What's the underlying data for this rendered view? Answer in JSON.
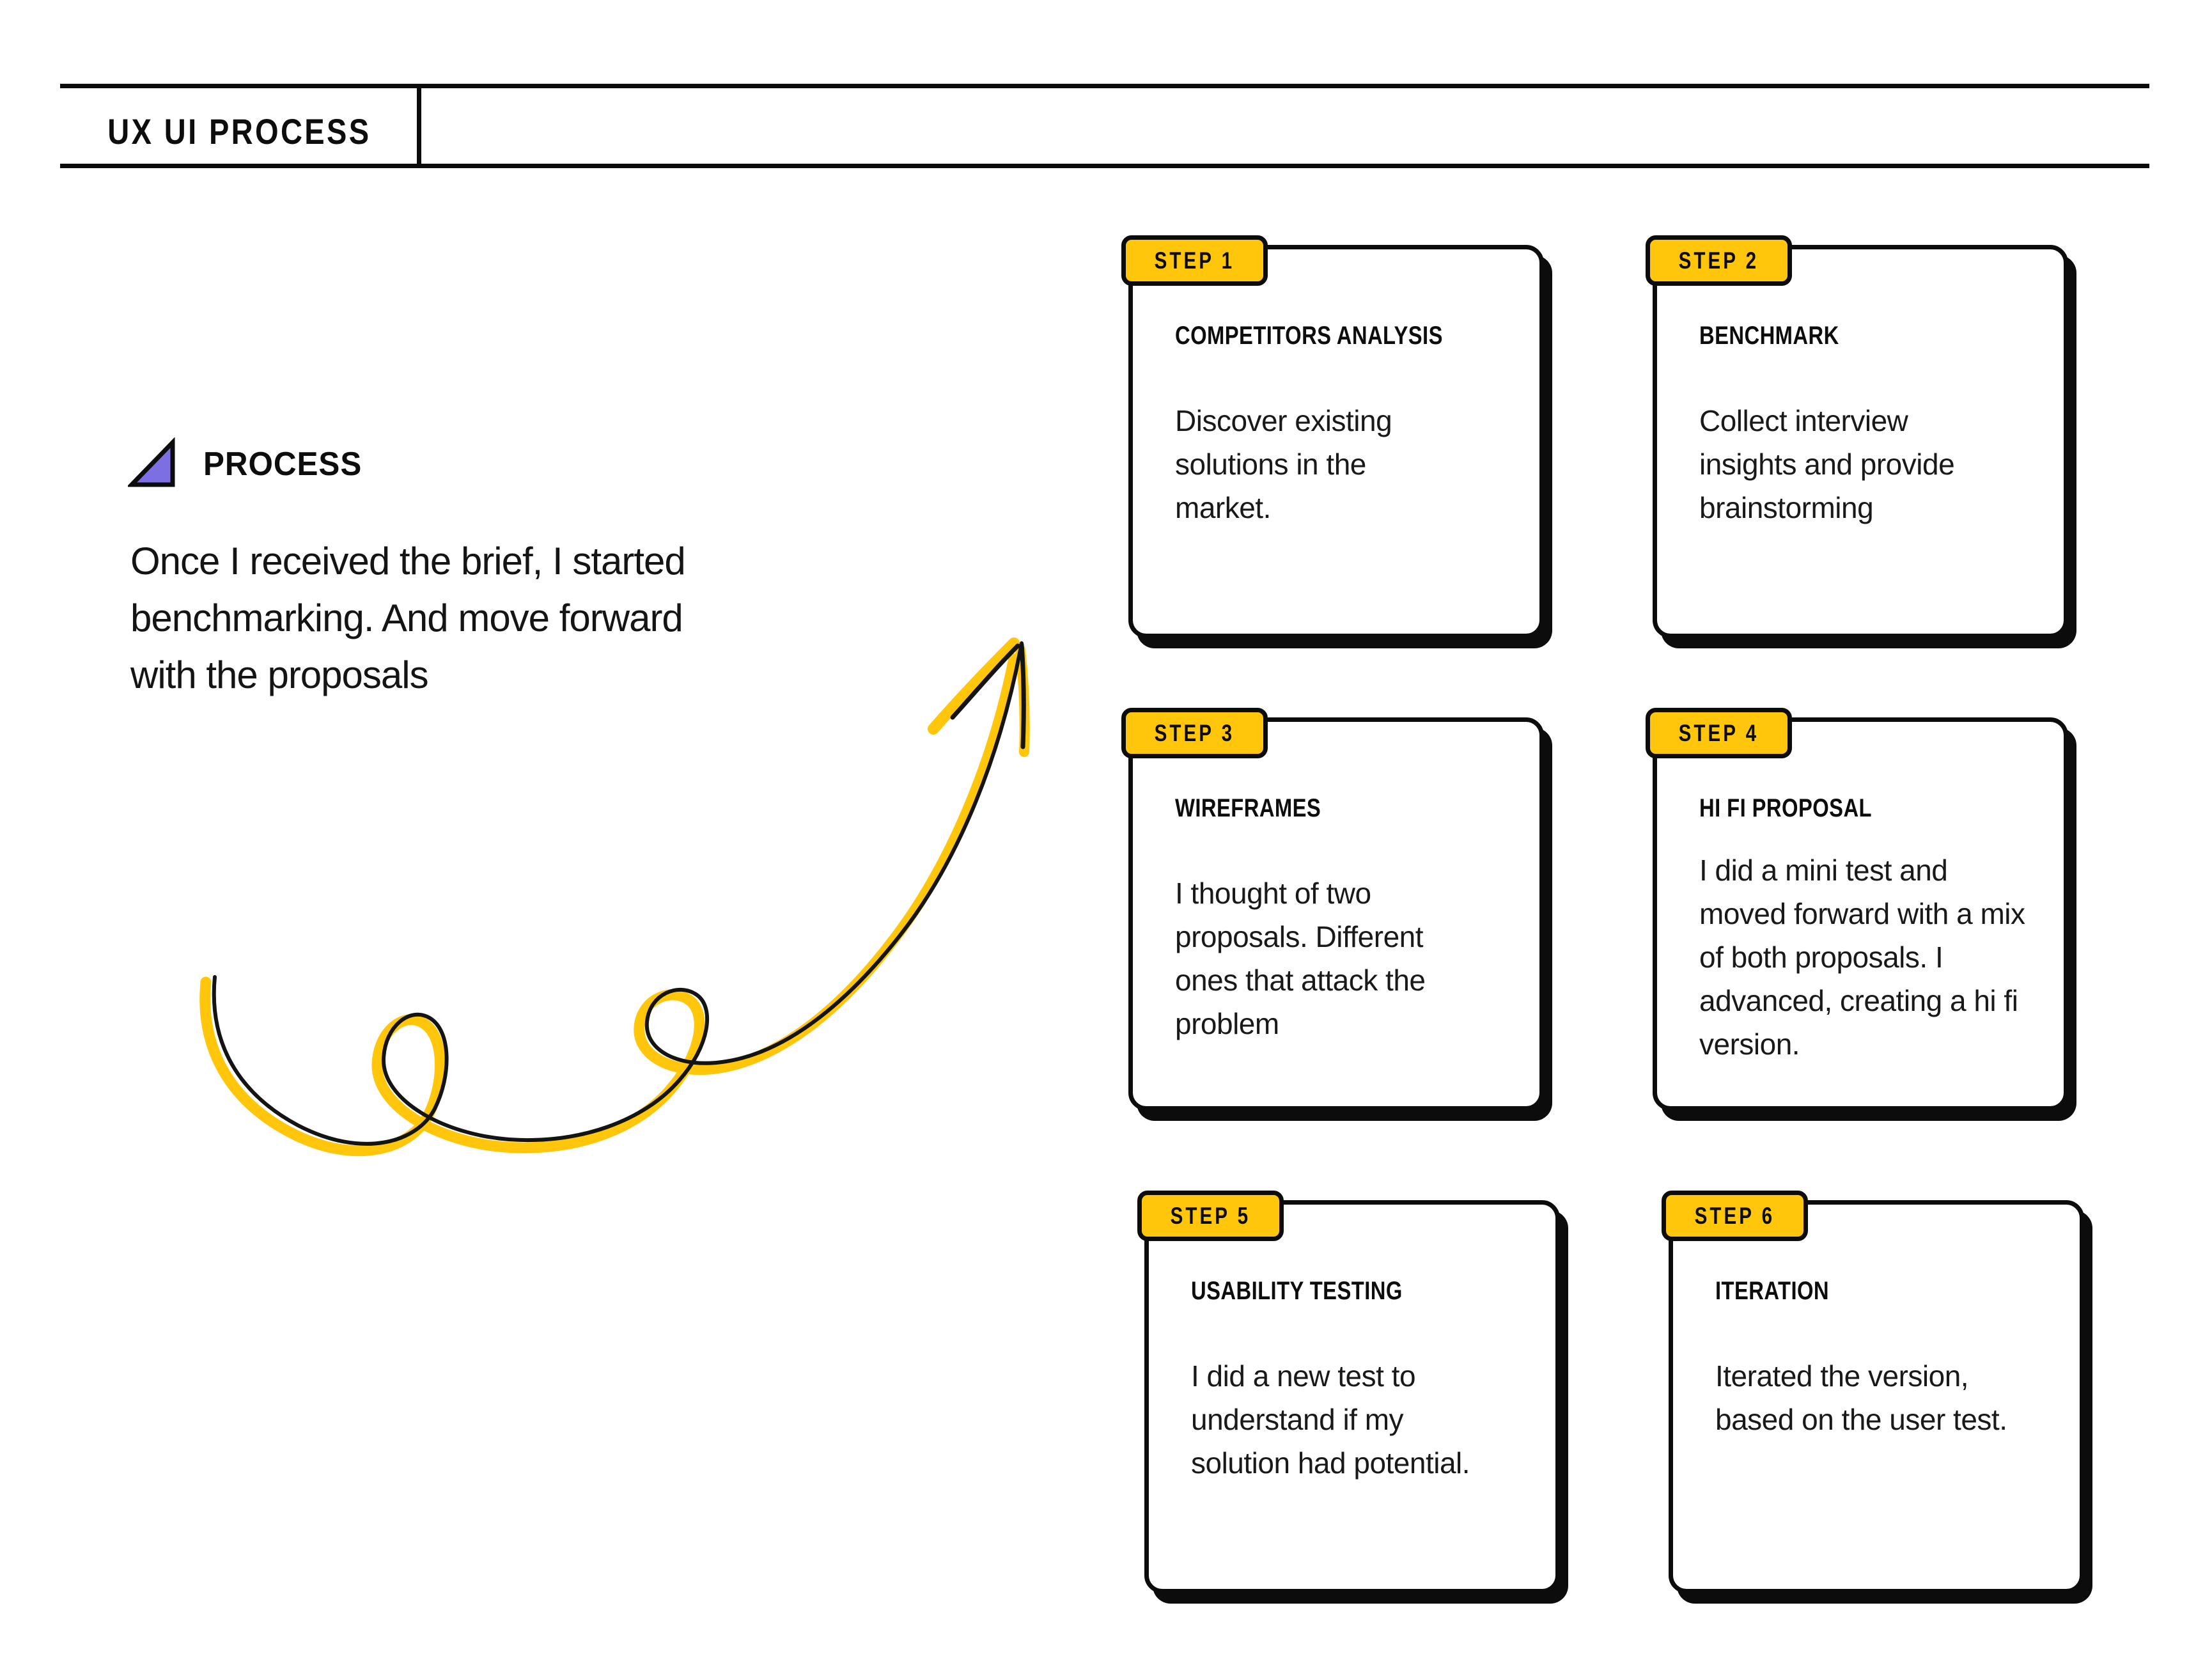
{
  "colors": {
    "accent_yellow": "#FFC60B",
    "accent_purple": "#7C6FE4",
    "ink": "#111111"
  },
  "header": {
    "title": "UX UI PROCESS"
  },
  "process": {
    "icon": "triangle-icon",
    "heading": "PROCESS",
    "intro_lines": [
      "Once I received the brief, I started",
      "benchmarking. And move forward",
      "with the proposals"
    ]
  },
  "arrow": {
    "description": "hand-drawn swirl arrow pointing up-right"
  },
  "steps": [
    {
      "badge": "STEP 1",
      "title": "COMPETITORS ANALYSIS",
      "body_lines": [
        "Discover existing",
        "solutions in the",
        "market."
      ]
    },
    {
      "badge": "STEP 2",
      "title": "BENCHMARK",
      "body_lines": [
        "Collect interview",
        "insights and provide",
        "brainstorming"
      ]
    },
    {
      "badge": "STEP 3",
      "title": "WIREFRAMES",
      "body_lines": [
        "I thought of two",
        "proposals. Different",
        "ones that attack the",
        "problem"
      ]
    },
    {
      "badge": "STEP 4",
      "title": "HI FI PROPOSAL",
      "body_lines": [
        "I did a mini test and",
        "moved forward with a mix",
        "of both proposals. I",
        "advanced, creating a hi fi",
        "version."
      ]
    },
    {
      "badge": "STEP 5",
      "title": "USABILITY TESTING",
      "body_lines": [
        "I did a new test to",
        "understand if my",
        "solution had potential."
      ]
    },
    {
      "badge": "STEP 6",
      "title": "ITERATION",
      "body_lines": [
        "Iterated the version,",
        "based on the user test."
      ]
    }
  ]
}
